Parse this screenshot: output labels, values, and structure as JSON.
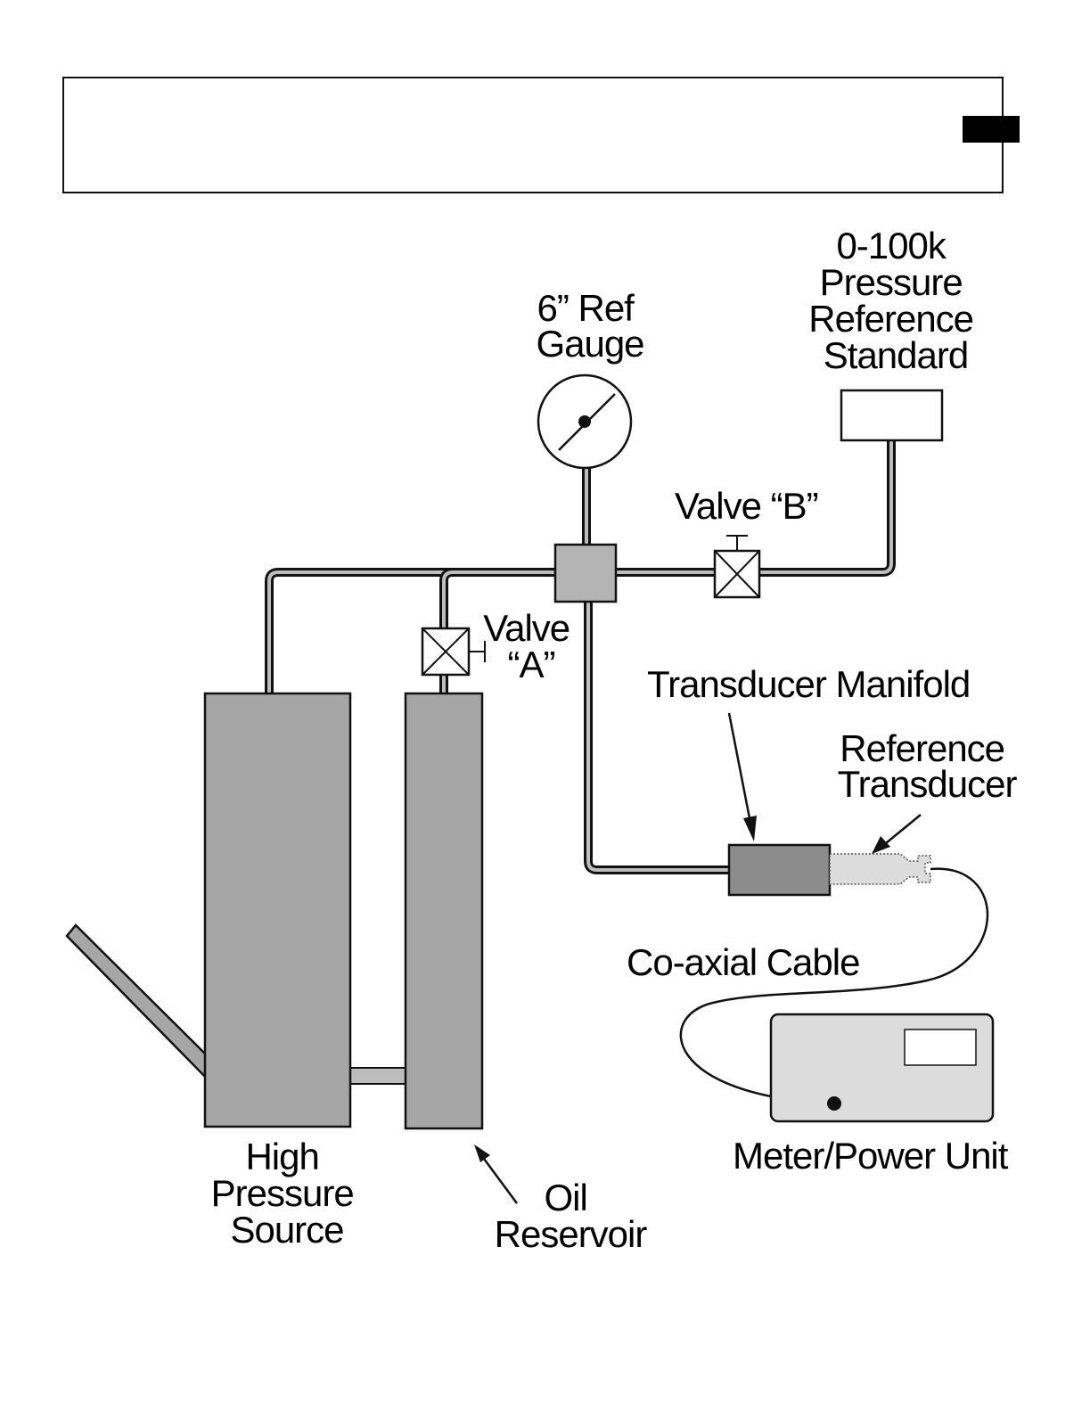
{
  "colors": {
    "tank_fill": "#a6a6a6",
    "pipe_fill": "#bdbdbd",
    "tee_fill": "#b4b4b4",
    "manifold_fill": "#8c8c8c",
    "transducer_fill": "#dcdcdc",
    "meter_fill": "#dcdcdc",
    "outline": "#111111"
  },
  "labels": {
    "gauge": [
      "6” Ref",
      "Gauge"
    ],
    "reference_standard": [
      "0-100k",
      "Pressure",
      "Reference",
      "Standard"
    ],
    "valve_b": "Valve “B”",
    "valve_a": [
      "Valve",
      "“A”"
    ],
    "transducer_manifold": "Transducer Manifold",
    "reference_transducer": [
      "Reference",
      "Transducer"
    ],
    "coaxial_cable": "Co-axial Cable",
    "meter_power_unit": "Meter/Power Unit",
    "high_pressure_source": [
      "High",
      "Pressure",
      "Source"
    ],
    "oil_reservoir": [
      "Oil",
      "Reservoir"
    ]
  }
}
